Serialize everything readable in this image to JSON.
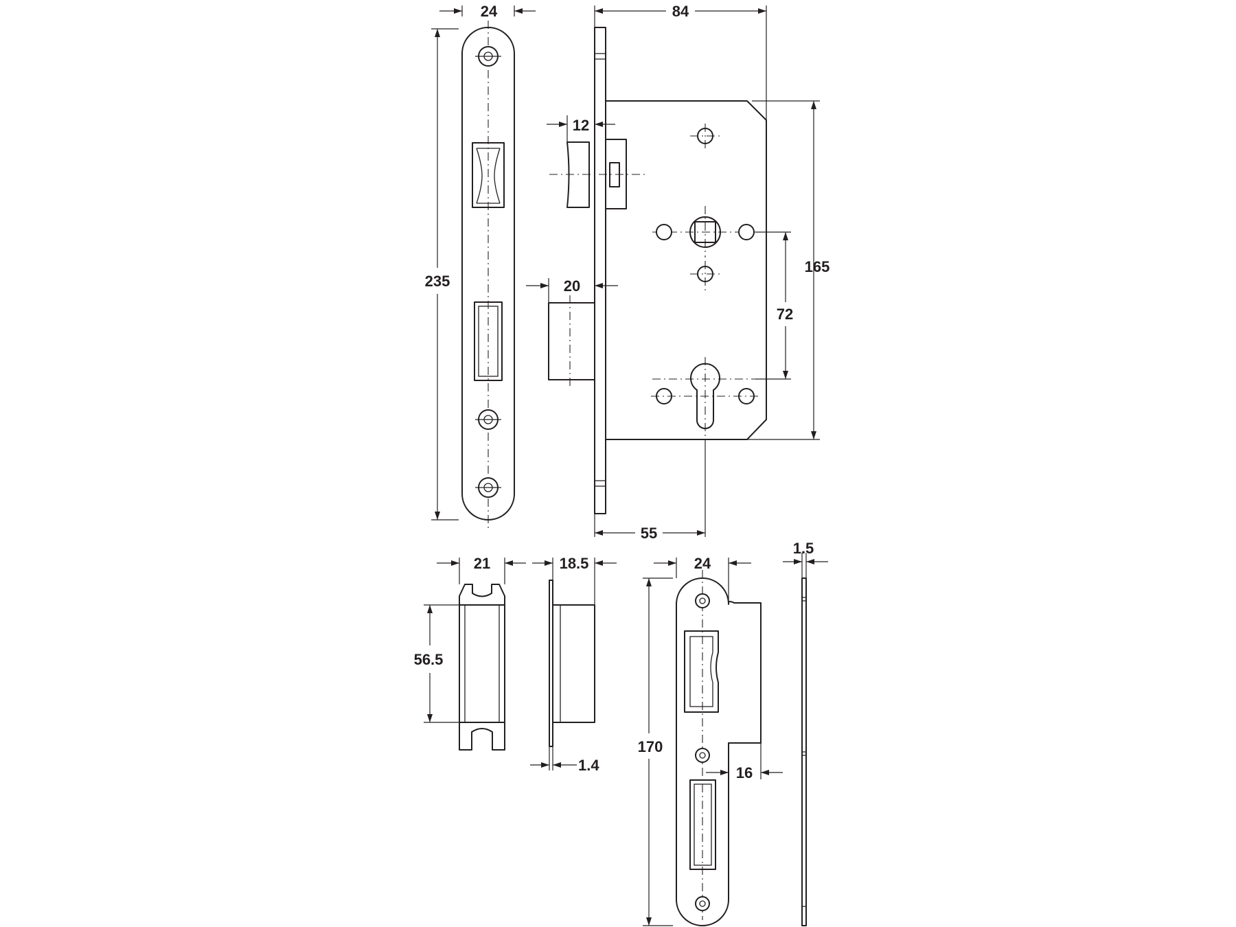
{
  "dimensions": {
    "faceplate_width": "24",
    "faceplate_height": "235",
    "lock_depth": "84",
    "latch_projection": "12",
    "bolt_projection": "20",
    "case_height": "165",
    "centre_distance": "72",
    "backset": "55",
    "keeper_width": "21",
    "keeper_height": "56.5",
    "keeper_depth": "18.5",
    "keeper_thickness": "1.4",
    "strike_width": "24",
    "strike_thickness": "1.5",
    "strike_height": "170",
    "strike_lip": "16"
  }
}
